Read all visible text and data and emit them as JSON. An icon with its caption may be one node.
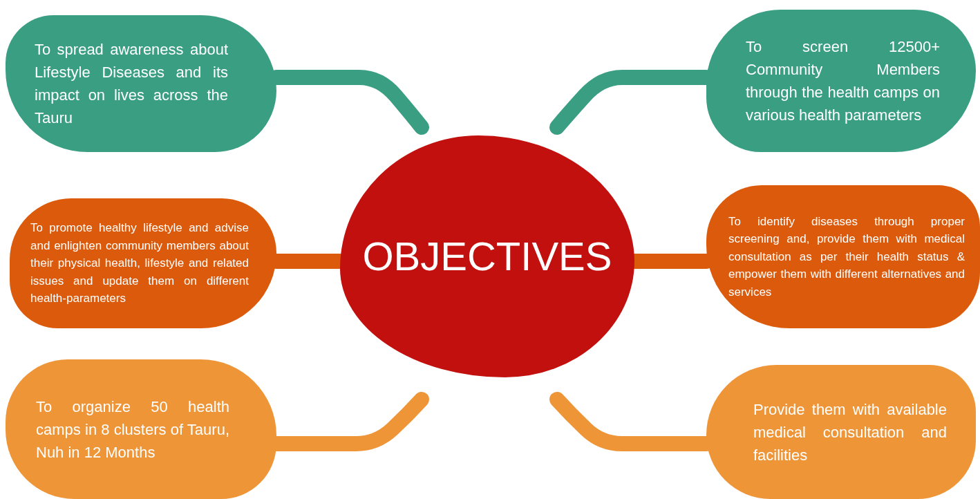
{
  "diagram": {
    "nodes": [
      {
        "text": [
          "OBJECTIVES"
        ]
      },
      {
        "text": [
          "To spread awareness about Lifestyle Diseases and its impact on lives across the Tauru"
        ]
      },
      {
        "text": [
          "To screen 12500+ Community Members through the health camps on various health parameters"
        ]
      },
      {
        "text": [
          "To promote healthy lifestyle and advise and enlighten community members about their physical health, lifestyle and related issues and update them on different health-parameters"
        ]
      },
      {
        "text": [
          "To identify diseases through proper screening and, provide them with medical consultation as per their health status & empower them with different alternatives and services"
        ]
      },
      {
        "text": [
          "To organize 50 health camps in 8 clusters of Tauru, Nuh in 12 Months"
        ]
      },
      {
        "text": [
          "Provide them with available medical consultation and facilities"
        ]
      }
    ],
    "edges": [
      {
        "from": 0,
        "to": 1,
        "arrow": "none",
        "color": "#3a9e83"
      },
      {
        "from": 0,
        "to": 2,
        "arrow": "none",
        "color": "#3a9e83"
      },
      {
        "from": 0,
        "to": 3,
        "arrow": "none",
        "color": "#dc5a0b"
      },
      {
        "from": 0,
        "to": 4,
        "arrow": "none",
        "color": "#dc5a0b"
      },
      {
        "from": 0,
        "to": 5,
        "arrow": "none",
        "color": "#ee9538"
      },
      {
        "from": 0,
        "to": 6,
        "arrow": "none",
        "color": "#ee9538"
      }
    ]
  }
}
